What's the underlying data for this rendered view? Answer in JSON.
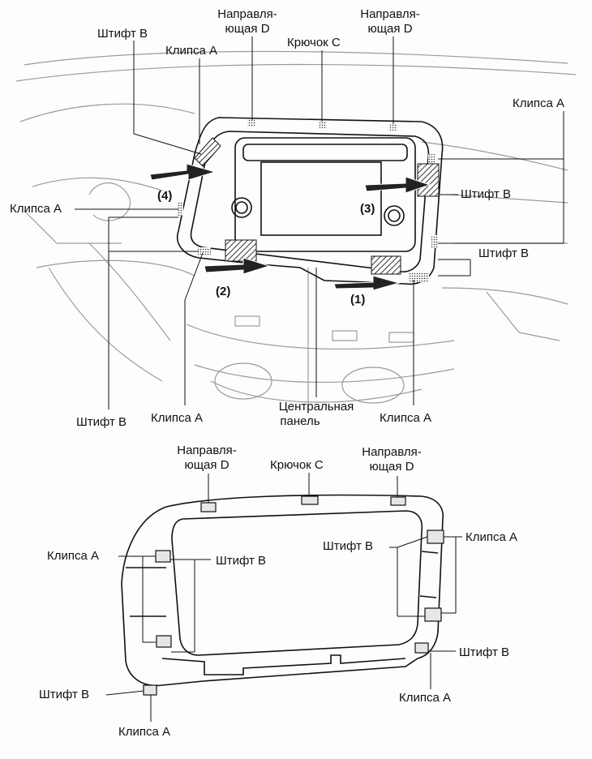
{
  "diagram": {
    "colors": {
      "ink": "#111111",
      "faint": "#9a9a9a",
      "hatch": "#333333"
    },
    "top": {
      "pin_b_top_left": "Штифт B",
      "clip_a_top_left": "Клипса A",
      "guide_d_left_line1": "Направля-",
      "guide_d_left_line2": "ющая D",
      "hook_c": "Крючок C",
      "guide_d_right_line1": "Направля-",
      "guide_d_right_line2": "ющая D",
      "clip_a_right": "Клипса A",
      "clip_a_left": "Клипса A",
      "pin_b_right_upper": "Штифт B",
      "pin_b_right_lower": "Штифт B",
      "step_4": "(4)",
      "step_3": "(3)",
      "step_2": "(2)",
      "step_1": "(1)",
      "pin_b_bottom": "Штифт B",
      "clip_a_bottom_left": "Клипса A",
      "center_panel_line1": "Центральная",
      "center_panel_line2": "панель",
      "clip_a_bottom_right": "Клипса A"
    },
    "bottom": {
      "guide_d_left_line1": "Направля-",
      "guide_d_left_line2": "ющая D",
      "hook_c": "Крючок C",
      "guide_d_right_line1": "Направля-",
      "guide_d_right_line2": "ющая D",
      "clip_a_left": "Клипса A",
      "pin_b_left": "Штифт B",
      "pin_b_right": "Штифт B",
      "clip_a_right": "Клипса A",
      "pin_b_right_lower": "Штифт B",
      "clip_a_right_lower": "Клипса A",
      "pin_b_bottom_left": "Штифт B",
      "clip_a_bottom_left": "Клипса A"
    }
  }
}
